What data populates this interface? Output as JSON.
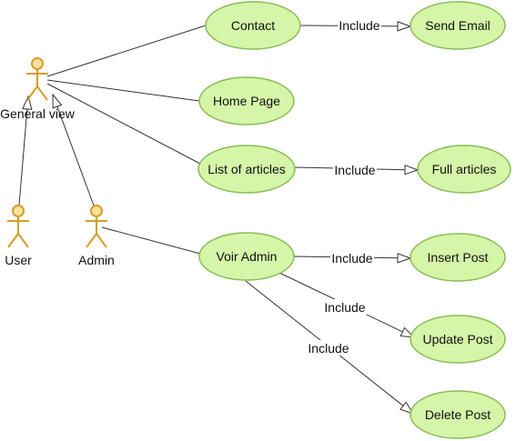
{
  "actors": [
    {
      "id": "general",
      "label": "General view"
    },
    {
      "id": "user",
      "label": "User"
    },
    {
      "id": "admin",
      "label": "Admin"
    }
  ],
  "use_cases": [
    {
      "id": "contact",
      "label": "Contact"
    },
    {
      "id": "send_email",
      "label": "Send Email"
    },
    {
      "id": "home_page",
      "label": "Home Page"
    },
    {
      "id": "list_articles",
      "label": "List of articles"
    },
    {
      "id": "full_articles",
      "label": "Full articles"
    },
    {
      "id": "voir_admin",
      "label": "Voir Admin"
    },
    {
      "id": "insert_post",
      "label": "Insert Post"
    },
    {
      "id": "update_post",
      "label": "Update Post"
    },
    {
      "id": "delete_post",
      "label": "Delete Post"
    }
  ],
  "associations": [
    {
      "from": "general",
      "to": "contact"
    },
    {
      "from": "general",
      "to": "home_page"
    },
    {
      "from": "general",
      "to": "list_articles"
    },
    {
      "from": "admin",
      "to": "voir_admin"
    }
  ],
  "generalizations": [
    {
      "from": "user",
      "to": "general"
    },
    {
      "from": "admin",
      "to": "general"
    }
  ],
  "includes": [
    {
      "from": "contact",
      "to": "send_email",
      "label": "Include"
    },
    {
      "from": "list_articles",
      "to": "full_articles",
      "label": "Include"
    },
    {
      "from": "voir_admin",
      "to": "insert_post",
      "label": "Include"
    },
    {
      "from": "voir_admin",
      "to": "update_post",
      "label": "Include"
    },
    {
      "from": "voir_admin",
      "to": "delete_post",
      "label": "Include"
    }
  ]
}
